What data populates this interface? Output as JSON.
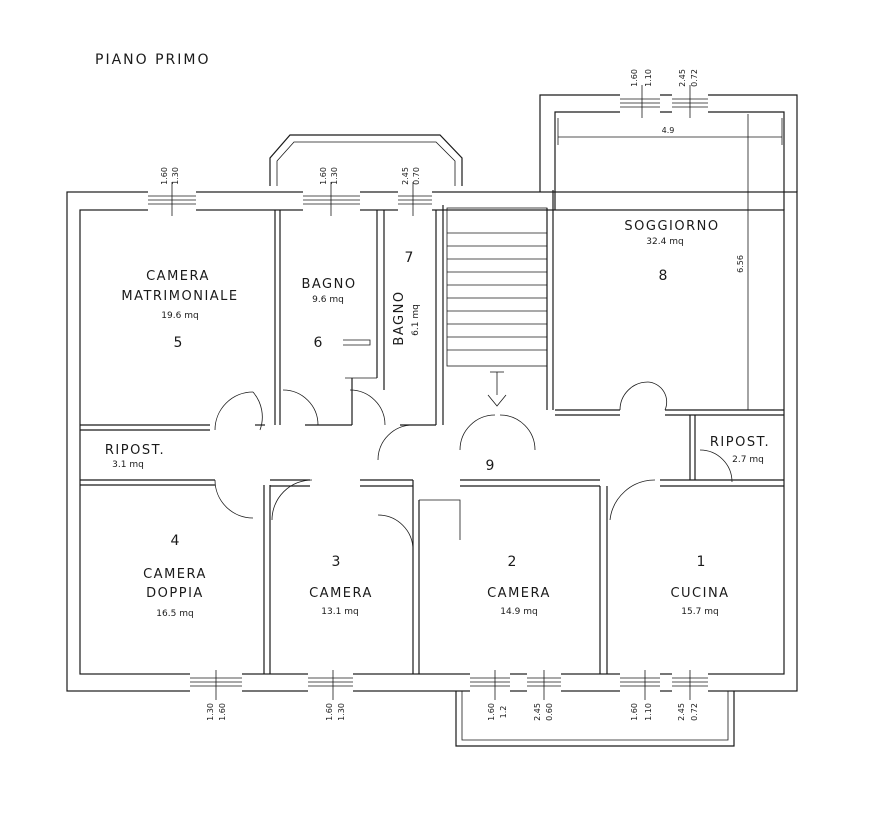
{
  "title": "PIANO PRIMO",
  "rooms": {
    "matrimoniale": {
      "name1": "CAMERA",
      "name2": "MATRIMONIALE",
      "area": "19.6 mq",
      "num": "5"
    },
    "bagno6": {
      "name": "BAGNO",
      "area": "9.6 mq",
      "num": "6"
    },
    "bagno7": {
      "name": "BAGNO",
      "area": "6.1 mq",
      "num": "7"
    },
    "soggiorno": {
      "name": "SOGGIORNO",
      "area": "32.4 mq",
      "num": "8"
    },
    "ripost_left": {
      "name": "RIPOST.",
      "area": "3.1 mq"
    },
    "ripost_right": {
      "name": "RIPOST.",
      "area": "2.7 mq"
    },
    "disimpegno": {
      "num": "9"
    },
    "doppia": {
      "name1": "CAMERA",
      "name2": "DOPPIA",
      "area": "16.5 mq",
      "num": "4"
    },
    "camera3": {
      "name": "CAMERA",
      "area": "13.1 mq",
      "num": "3"
    },
    "camera2": {
      "name": "CAMERA",
      "area": "14.9 mq",
      "num": "2"
    },
    "cucina": {
      "name": "CUCINA",
      "area": "15.7 mq",
      "num": "1"
    }
  },
  "dimensions": {
    "soggiorno_width": "4.9",
    "soggiorno_depth": "6.56"
  },
  "windows": {
    "w_top_left": {
      "a": "1.30",
      "b": "1.60"
    },
    "w_top_bagno": {
      "a": "1.30",
      "b": "1.60"
    },
    "w_top_bagno7": {
      "a": "0.70",
      "b": "2.45"
    },
    "w_top_sogg_left": {
      "a": "1.10",
      "b": "1.60"
    },
    "w_top_sogg_right": {
      "a": "0.72",
      "b": "2.45"
    },
    "w_bot_doppia": {
      "a": "1.30",
      "b": "1.60"
    },
    "w_bot_camera3": {
      "a": "1.30",
      "b": "1.60"
    },
    "w_bot_camera2_left": {
      "a": "1.2",
      "b": "1.60"
    },
    "w_bot_camera2_right": {
      "a": "0.60",
      "b": "2.45"
    },
    "w_bot_cucina_left": {
      "a": "1.10",
      "b": "1.60"
    },
    "w_bot_cucina_right": {
      "a": "0.72",
      "b": "2.45"
    }
  }
}
